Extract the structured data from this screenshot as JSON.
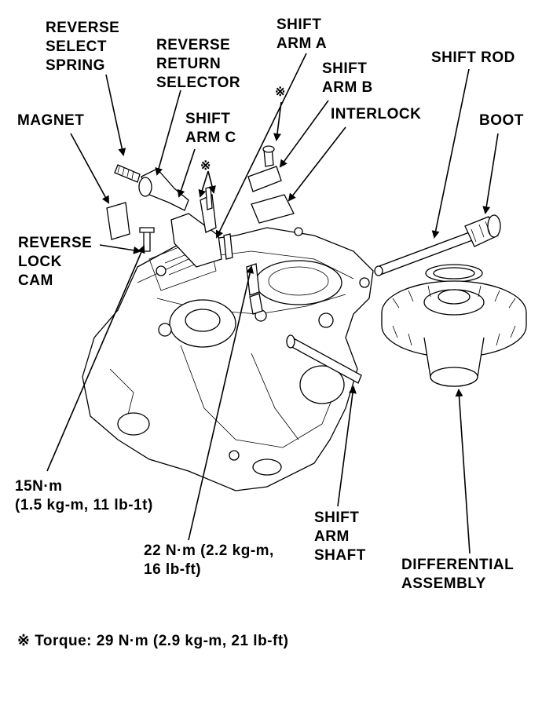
{
  "labels": {
    "reverse_select_spring": "REVERSE\nSELECT\nSPRING",
    "reverse_return_selector": "REVERSE\nRETURN\nSELECTOR",
    "shift_arm_a": "SHIFT\nARM A",
    "shift_arm_b": "SHIFT\nARM B",
    "shift_rod": "SHIFT ROD",
    "magnet": "MAGNET",
    "shift_arm_c": "SHIFT\nARM C",
    "interlock": "INTERLOCK",
    "boot": "BOOT",
    "reverse_lock_cam": "REVERSE\nLOCK\nCAM",
    "torque_15": "15N·m\n(1.5 kg-m, 11 lb-1t)",
    "torque_22": "22 N·m (2.2 kg-m,\n16 lb-ft)",
    "shift_arm_shaft": "SHIFT\nARM\nSHAFT",
    "differential_assembly": "DIFFERENTIAL\nASSEMBLY",
    "torque_note": "※ Torque: 29 N·m (2.9 kg-m, 21 lb-ft)",
    "star_mark_1": "※",
    "star_mark_2": "※"
  },
  "colors": {
    "ink": "#000000",
    "paper": "#ffffff"
  }
}
